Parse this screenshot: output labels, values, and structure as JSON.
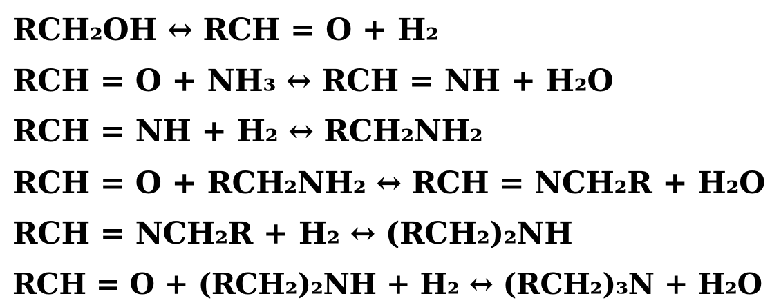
{
  "equations": [
    "RCH₂OH ↔ RCH = O + H₂",
    "RCH = O + NH₃ ↔ RCH = NH + H₂O",
    "RCH = NH + H₂ ↔ RCH₂NH₂",
    "RCH = O + RCH₂NH₂ ↔ RCH = NCH₂R + H₂O",
    "RCH = NCH₂R + H₂ ↔ (RCH₂)₂NH",
    "RCH = O + (RCH₂)₂NH + H₂ ↔ (RCH₂)₃N + H₂O"
  ]
}
